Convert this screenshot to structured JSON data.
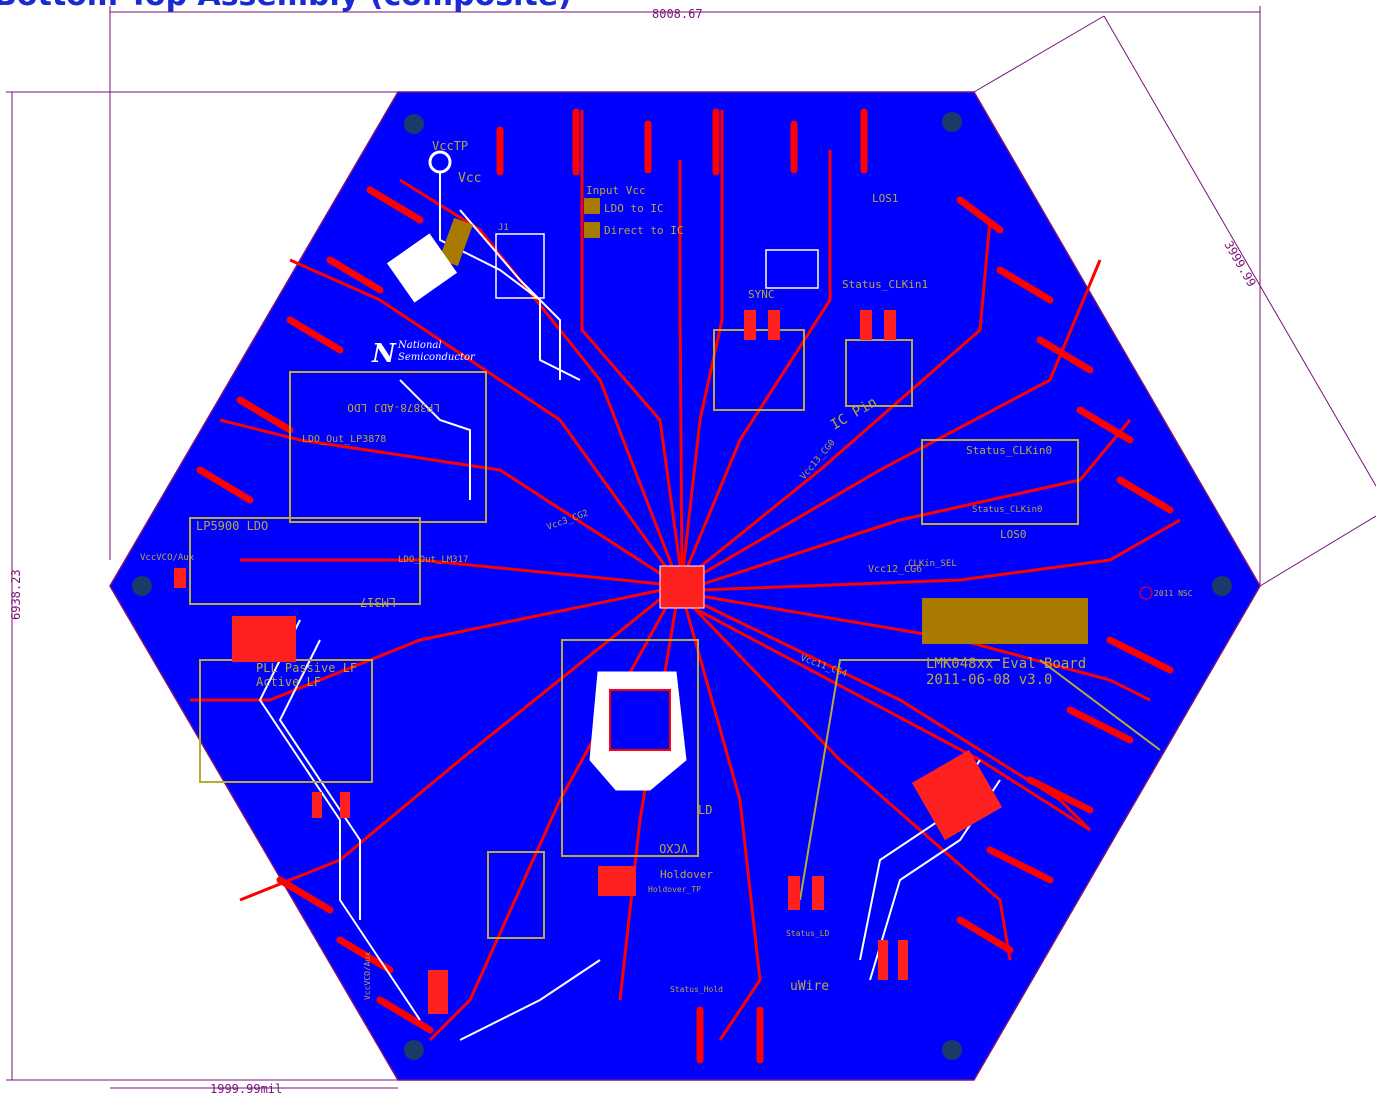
{
  "title": "Bottom Top Assembly (composite)",
  "dimensions": {
    "width": "8008.67",
    "height": "6938.23",
    "diagonal": "3999.99",
    "offset": "1999.99mil"
  },
  "labels": {
    "vcc_tp": "VccTP",
    "vcc": "Vcc",
    "input_vcc": "Input Vcc",
    "ldo_to_ic": "LDO to IC",
    "direct_to_ic": "Direct to IC",
    "sync": "SYNC",
    "los1": "LOS1",
    "los0": "LOS0",
    "status_clkin1": "Status_CLKin1",
    "status_clkin0": "Status_CLKin0",
    "status_clkin0_b": "Status_CLKin0",
    "ic_pin": "IC Pin",
    "ldo_out_lp3878": "LDO_Out_LP3878",
    "lp3878_adj": "LP3878-ADJ LDO",
    "lp5900_ldo": "LP5900 LDO",
    "vcc_vco_aux": "VccVCO/Aux",
    "lm317": "LM317",
    "ldo_out_lm317": "LDO_Out_LM317",
    "pll_passive": "PLL Passive LF",
    "active_lf": "Active LF",
    "board_name": "LMK048xx Eval Board",
    "board_rev": "2011-06-08 v3.0",
    "uwire": "uWire",
    "holdover": "Holdover",
    "holdover_tp": "Holdover_TP",
    "status_hold": "Status_Hold",
    "status_ld": "Status_LD",
    "ld": "LD",
    "vcxo": "VCXO",
    "vcc12_cg6": "Vcc12_CG6",
    "vcc13_cg0": "Vcc13_CG0",
    "vcc3_cg2": "Vcc3_CG2",
    "vcc11_cg4": "Vcc11_CG4",
    "copyright": "2011 NSC",
    "national": "National",
    "semiconductor": "Semiconductor",
    "vcc_vco_aux2": "VccVCO/Aux",
    "j1": "J1",
    "clkin_sel": "CLKin_SEL"
  },
  "colors": {
    "board": "#0000ff",
    "trace": "#ff0000",
    "outline": "#7a127a",
    "silk": "#b9a83a",
    "pad_gold": "#a87a00",
    "pad_white": "#ffffff",
    "title": "#1a2bd6"
  }
}
